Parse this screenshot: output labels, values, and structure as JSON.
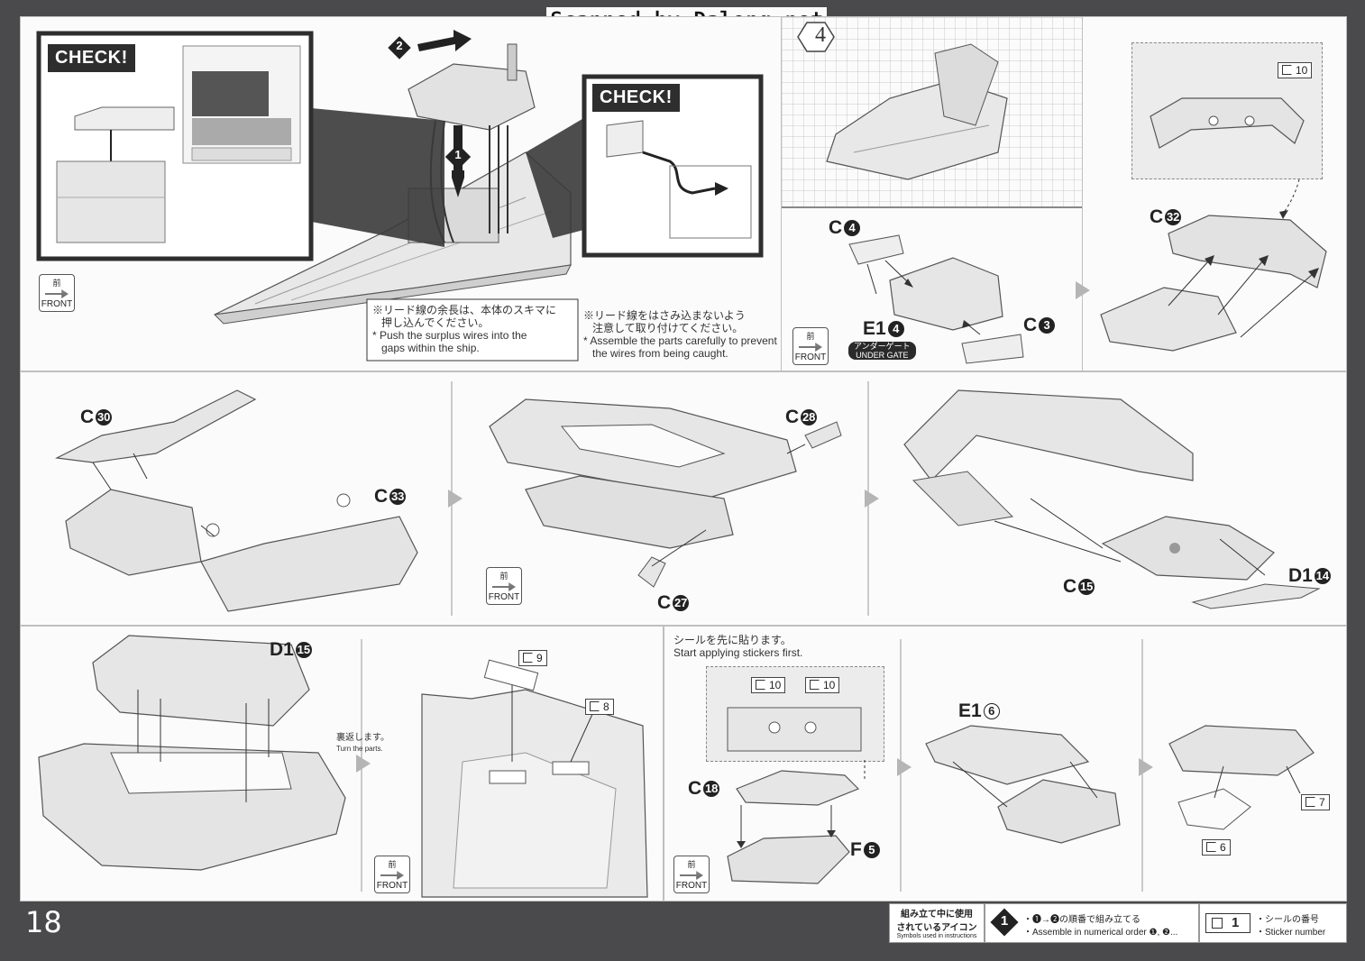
{
  "watermark": "Scanned by Dalong.net",
  "page_number": "18",
  "colors": {
    "border": "#4a4a4c",
    "panel": "#fbfbfb",
    "ink": "#222222",
    "grid": "#c8c8c8"
  },
  "front_icon": {
    "kanji": "前",
    "word": "FRONT",
    "icon": "front-arrow-icon"
  },
  "top_left": {
    "check1": "CHECK!",
    "check2": "CHECK!",
    "step1_num": "1",
    "step2_num": "2",
    "note1_jp_1": "※リード線の余長は、本体のスキマに",
    "note1_jp_2": "押し込んでください。",
    "note1_en_1": "* Push the surplus wires into the",
    "note1_en_2": "gaps within the ship.",
    "note2_jp_1": "※リード線をはさみ込まないよう",
    "note2_jp_2": "注意して取り付けてください。",
    "note2_en_1": "* Assemble the parts carefully to prevent",
    "note2_en_2": "the wires from being caught."
  },
  "step4": {
    "marker": "4",
    "parts": {
      "c4": "C",
      "c4n": "4",
      "e14": "E1",
      "e14n": "4",
      "c3": "C",
      "c3n": "3"
    },
    "under_gate_jp": "アンダーゲート",
    "under_gate_en": "UNDER GATE"
  },
  "top_right": {
    "sticker": "10",
    "part": "C",
    "part_num": "32"
  },
  "middle": {
    "c30": "C",
    "c30n": "30",
    "c33": "C",
    "c33n": "33",
    "c28": "C",
    "c28n": "28",
    "c27": "C",
    "c27n": "27",
    "c15": "C",
    "c15n": "15",
    "d114": "D1",
    "d114n": "14"
  },
  "bottom_left": {
    "d115": "D1",
    "d115n": "15",
    "turn_jp": "裏返します。",
    "turn_en": "Turn the parts.",
    "sticker9": "9",
    "sticker8": "8"
  },
  "bottom_right": {
    "stickers_first_jp": "シールを先に貼ります。",
    "stickers_first_en": "Start applying stickers first.",
    "sticker10a": "10",
    "sticker10b": "10",
    "c18": "C",
    "c18n": "18",
    "f5": "F",
    "f5n": "5",
    "e16": "E1",
    "e16n": "6",
    "sticker7": "7",
    "sticker6": "6"
  },
  "legend": {
    "title_jp_1": "組み立て中に使用",
    "title_jp_2": "されているアイコン",
    "title_en": "Symbols used in instructions",
    "order_num": "1",
    "order_jp": "・❶→❷の順番で組み立てる",
    "order_en": "・Assemble in numerical order ❶, ❷...",
    "sticker_num": "1",
    "sticker_jp": "・シールの番号",
    "sticker_en": "・Sticker number"
  }
}
